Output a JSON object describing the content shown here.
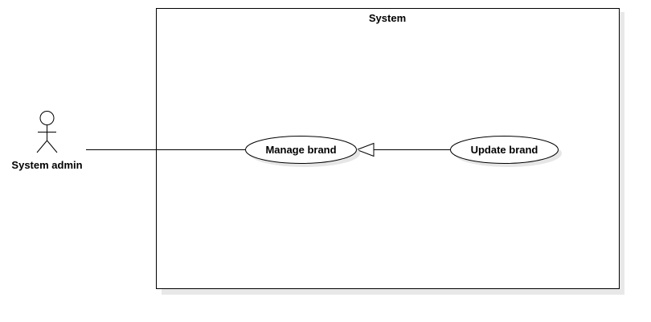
{
  "system": {
    "title": "System"
  },
  "actor": {
    "label": "System admin"
  },
  "use_cases": [
    {
      "label": "Manage brand"
    },
    {
      "label": "Update brand"
    }
  ],
  "relationships": [
    {
      "type": "association",
      "from": "System admin",
      "to": "Manage brand"
    },
    {
      "type": "generalization",
      "from": "Update brand",
      "to": "Manage brand"
    }
  ],
  "colors": {
    "stroke": "#000000",
    "shadow": "#e6e6e6",
    "fill": "#ffffff"
  }
}
